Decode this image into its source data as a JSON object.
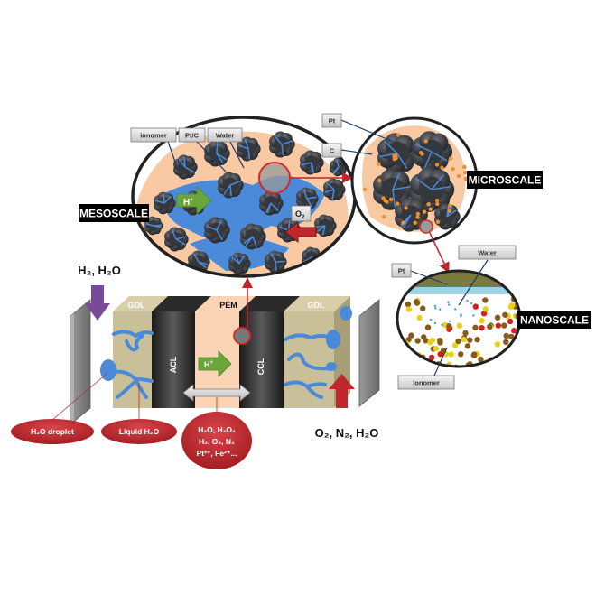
{
  "scales": {
    "mesoscale": "MESOSCALE",
    "microscale": "MICROSCALE",
    "nanoscale": "NANOSCALE"
  },
  "meso_labels": {
    "ionomer": "ionomer",
    "ptc": "Pt/C",
    "water": "Water",
    "proton": "H",
    "proton_sup": "+",
    "oxygen": "O",
    "oxygen_sub": "2"
  },
  "micro_labels": {
    "pt": "Pt",
    "c": "C"
  },
  "nano_labels": {
    "pt": "Pt",
    "water": "Water",
    "ionomer": "Ionomer"
  },
  "cell": {
    "gdl_left": "GDL",
    "acl": "ACL",
    "pem": "PEM",
    "ccl": "CCL",
    "gdl_right": "GDL",
    "proton": "H",
    "proton_sup": "+"
  },
  "inputs": {
    "anode": "H₂, H₂O",
    "cathode": "O₂, N₂, H₂O"
  },
  "callouts": {
    "droplet": "H₂O droplet",
    "liquid": "Liquid H₂O",
    "species_line1": "H₂O, H₂O₂",
    "species_line2": "H₂, O₂, N₂",
    "species_line3": "Pt²⁺, Fe²⁺..."
  },
  "colors": {
    "ionomer_peach": "#f9c9a4",
    "water_blue": "#4a8ad8",
    "carbon_dark": "#3a3d42",
    "gdl_tan": "#c9c09a",
    "callout_red": "#c0272d",
    "arrow_purple": "#7a4a9a",
    "arrow_green": "#6aa63a",
    "arrow_red": "#c0272d"
  }
}
